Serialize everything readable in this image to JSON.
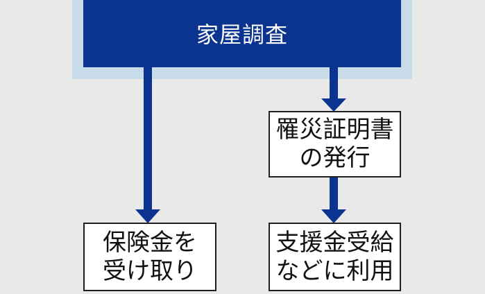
{
  "diagram": {
    "nodes": {
      "housing_survey": {
        "label": "家屋調査"
      },
      "disaster_certificate": {
        "lines": [
          "罹災証明書",
          "の発行"
        ]
      },
      "insurance_receipt": {
        "lines": [
          "保険金を",
          "受け取り"
        ]
      },
      "support_funds": {
        "lines": [
          "支援金受給",
          "などに利用"
        ]
      }
    },
    "edges": [
      {
        "from": "housing_survey",
        "to": "insurance_receipt"
      },
      {
        "from": "housing_survey",
        "to": "disaster_certificate"
      },
      {
        "from": "disaster_certificate",
        "to": "support_funds"
      }
    ]
  },
  "colors": {
    "background": "#e9e9e9",
    "halo": "#c7dbe8",
    "primary_box": "#0b3390",
    "arrow": "#0b3390",
    "box_border": "#1f1f1f",
    "box_fill": "#ffffff"
  }
}
